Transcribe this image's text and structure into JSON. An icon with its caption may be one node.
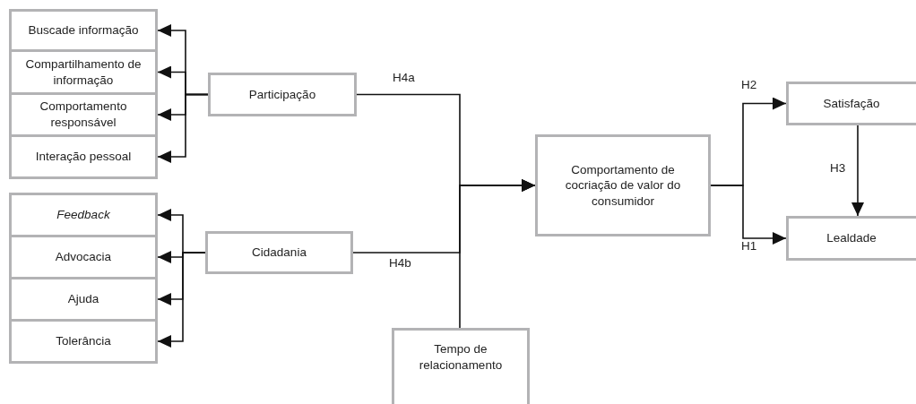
{
  "diagram": {
    "nodes": [
      {
        "text": [
          "Buscade informação"
        ]
      },
      {
        "text": [
          "Compartilhamento de informação"
        ]
      },
      {
        "text": [
          "Comportamento responsável"
        ]
      },
      {
        "text": [
          "Interação pessoal"
        ]
      },
      {
        "text": [
          "Feedback"
        ]
      },
      {
        "text": [
          "Advocacia"
        ]
      },
      {
        "text": [
          "Ajuda"
        ]
      },
      {
        "text": [
          "Tolerância"
        ]
      },
      {
        "text": [
          "Participação"
        ]
      },
      {
        "text": [
          "Cidadania"
        ]
      },
      {
        "text": [
          "Comportamento de cocriação de valor do consumidor"
        ]
      },
      {
        "text": [
          "Tempo de relacionamento"
        ]
      },
      {
        "text": [
          "Satisfação"
        ]
      },
      {
        "text": [
          "Lealdade"
        ]
      }
    ],
    "edges": [
      {
        "from": 8,
        "to": 0,
        "arrow": "to"
      },
      {
        "from": 8,
        "to": 1,
        "arrow": "to"
      },
      {
        "from": 8,
        "to": 2,
        "arrow": "to"
      },
      {
        "from": 8,
        "to": 3,
        "arrow": "to"
      },
      {
        "from": 9,
        "to": 4,
        "arrow": "to"
      },
      {
        "from": 9,
        "to": 5,
        "arrow": "to"
      },
      {
        "from": 9,
        "to": 6,
        "arrow": "to"
      },
      {
        "from": 9,
        "to": 7,
        "arrow": "to"
      },
      {
        "from": 8,
        "to": 10,
        "arrow": "to",
        "label": "H4a"
      },
      {
        "from": 9,
        "to": 10,
        "arrow": "to",
        "label": "H4b"
      },
      {
        "from": 11,
        "to": 10,
        "arrow": "to"
      },
      {
        "from": 10,
        "to": 12,
        "arrow": "to",
        "label": "H2"
      },
      {
        "from": 10,
        "to": 13,
        "arrow": "to",
        "label": "H1"
      },
      {
        "from": 12,
        "to": 13,
        "arrow": "to",
        "label": "H3"
      }
    ]
  }
}
